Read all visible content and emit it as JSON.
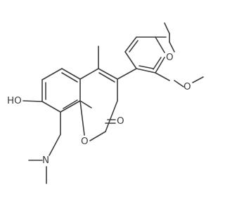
{
  "molecule": {
    "atoms": {
      "hydroxyl": "HO",
      "ring_oxygen": "O",
      "carbonyl_oxygen": "O",
      "methoxy_oxygen_para": "O",
      "methoxy_oxygen_meta": "O",
      "amine_nitrogen": "N"
    }
  }
}
